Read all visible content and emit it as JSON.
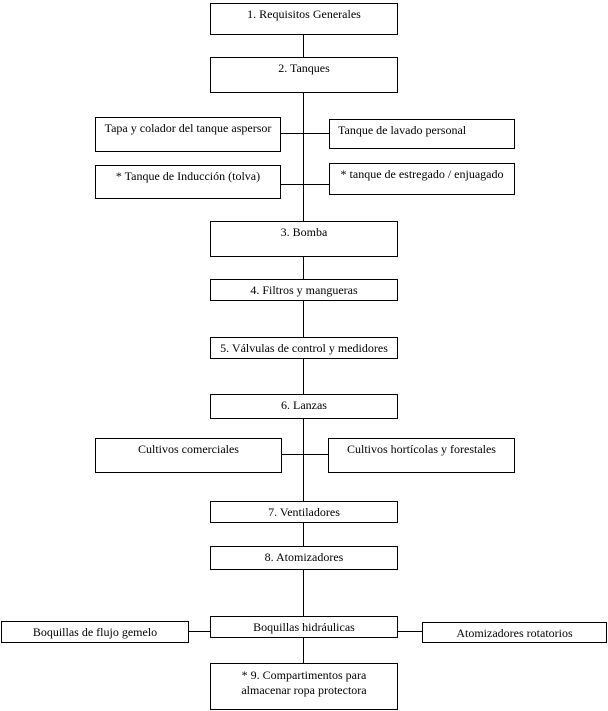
{
  "colors": {
    "border": "#000000",
    "background": "#ffffff",
    "text": "#000000"
  },
  "flowchart": {
    "step1": "1. Requisitos Generales",
    "step2": "2. Tanques",
    "tank_lid": "Tapa y colador del tanque aspersor",
    "personal_wash_tank": "Tanque de lavado personal",
    "induction_tank": "* Tanque de Inducción (tolva)",
    "scrub_rinse_tank": "* tanque de estregado / enjuagado",
    "step3": "3. Bomba",
    "step4": "4. Filtros y mangueras",
    "step5": "5. Válvulas de control y medidores",
    "step6": "6. Lanzas",
    "commercial_crops": "Cultivos comerciales",
    "horticultural_crops": "Cultivos hortícolas y forestales",
    "step7": "7. Ventiladores",
    "step8": "8. Atomizadores",
    "twin_flow_nozzles": "Boquillas de flujo gemelo",
    "hydraulic_nozzles": "Boquillas hidráulicas",
    "rotary_atomizers": "Atomizadores rotatorios",
    "step9": "* 9. Compartimentos para almacenar ropa protectora"
  }
}
